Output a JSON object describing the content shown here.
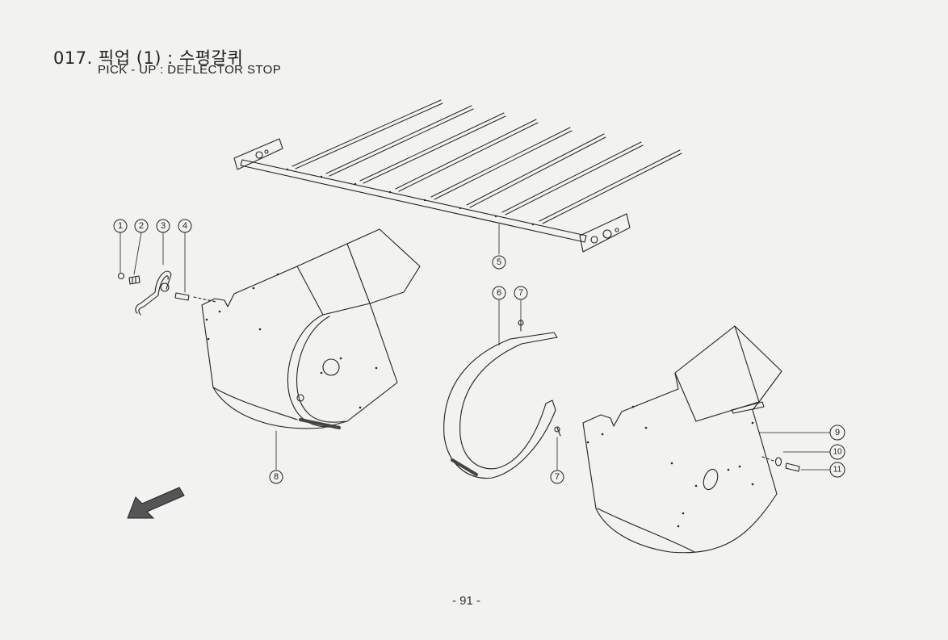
{
  "header": {
    "title": "017. 픽업 (1) : 수평갈퀴",
    "subtitle": "PICK - UP : DEFLECTOR STOP"
  },
  "callouts": [
    "1",
    "2",
    "3",
    "4",
    "5",
    "6",
    "7",
    "7",
    "8",
    "9",
    "10",
    "11"
  ],
  "footer": {
    "page_number": "- 91 -"
  },
  "colors": {
    "paper": "#f2f2f0",
    "ink": "#222222"
  },
  "icons": {
    "direction_arrow": "direction-arrow-icon"
  }
}
